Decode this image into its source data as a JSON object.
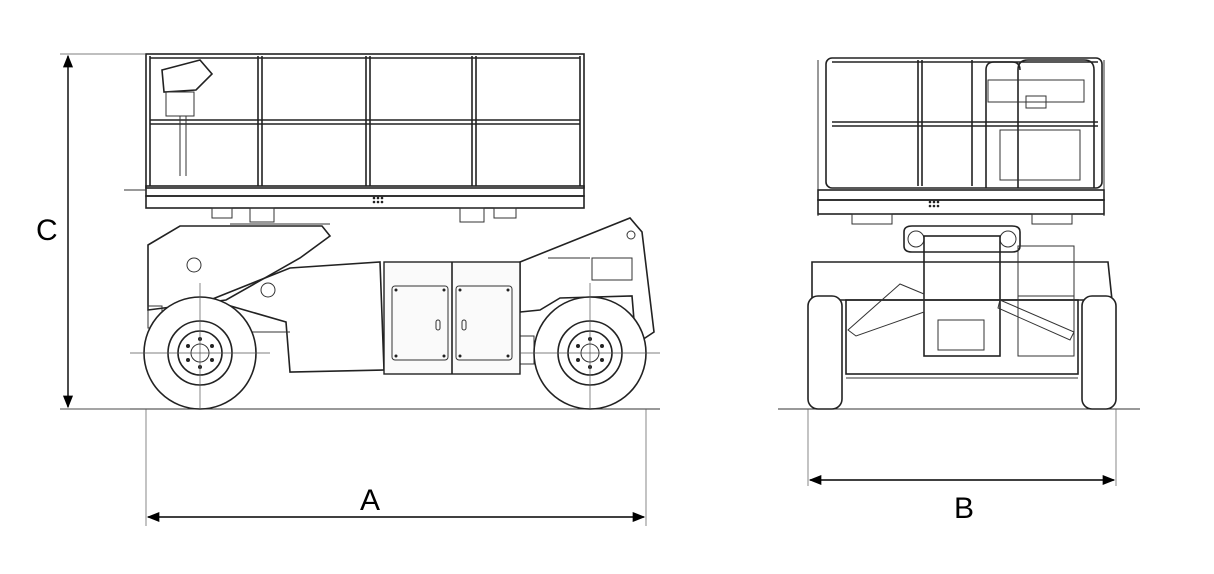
{
  "dimensions": {
    "length_label": "A",
    "width_label": "B",
    "height_label": "C"
  },
  "colors": {
    "line": "#222222",
    "background": "#ffffff"
  }
}
